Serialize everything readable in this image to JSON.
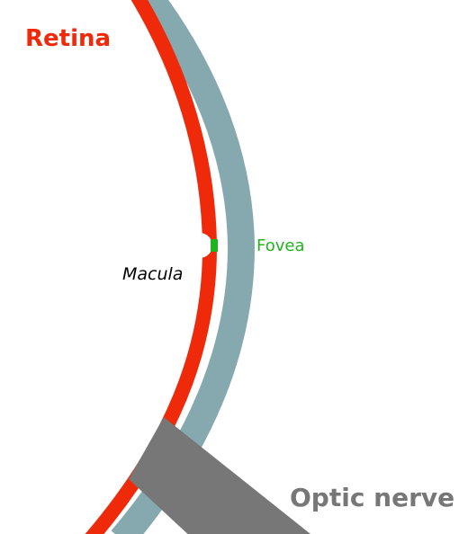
{
  "labels": {
    "retina": "Retina",
    "fovea": "Fovea",
    "macula": "Macula",
    "optic_nerve": "Optic nerve"
  },
  "colors": {
    "retina": "#ee2a0b",
    "outer_wall": "#86a9b0",
    "fovea": "#1fb31f",
    "optic_nerve": "#777777",
    "macula_text": "#000000",
    "background": "#ffffff"
  }
}
